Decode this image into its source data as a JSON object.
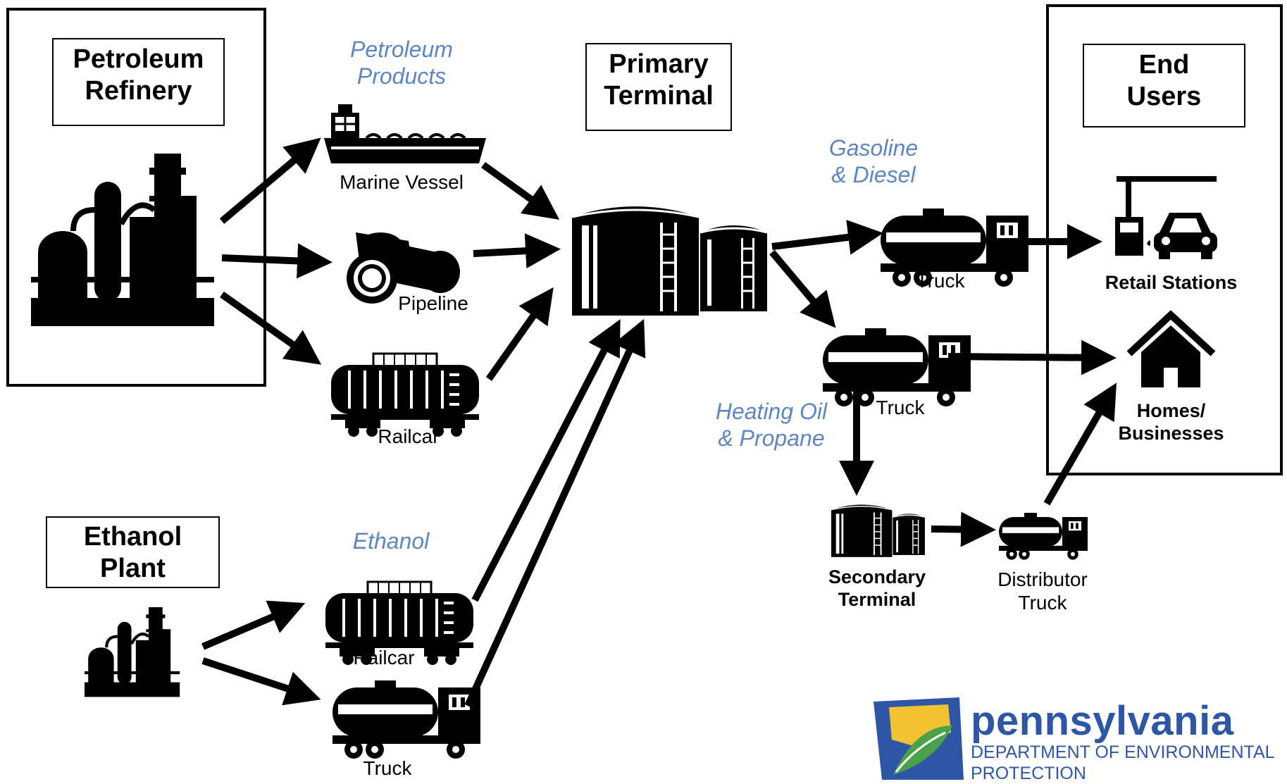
{
  "boxes": {
    "refinery": "Petroleum\nRefinery",
    "primary_terminal": "Primary\nTerminal",
    "end_users": "End\nUsers",
    "ethanol_plant": "Ethanol\nPlant"
  },
  "flows": {
    "petroleum_products": "Petroleum\nProducts",
    "gasoline_diesel": "Gasoline\n& Diesel",
    "heating_oil_propane": "Heating Oil\n& Propane",
    "ethanol": "Ethanol"
  },
  "captions": {
    "marine_vessel": "Marine Vessel",
    "pipeline": "Pipeline",
    "railcar_top": "Railcar",
    "truck_gas": "Truck",
    "truck_heat": "Truck",
    "retail_stations": "Retail Stations",
    "homes_businesses": "Homes/\nBusinesses",
    "secondary_terminal": "Secondary\nTerminal",
    "distributor_truck": "Distributor\nTruck",
    "railcar_bottom": "Railcar",
    "truck_bottom": "Truck"
  },
  "logo": {
    "name": "pennsylvania",
    "department": "DEPARTMENT OF ENVIRONMENTAL\nPROTECTION"
  },
  "colors": {
    "flow_label": "#5b85c4",
    "logo_blue": "#2d57a6",
    "logo_green": "#4aa14a",
    "logo_yellow": "#f2c230"
  }
}
